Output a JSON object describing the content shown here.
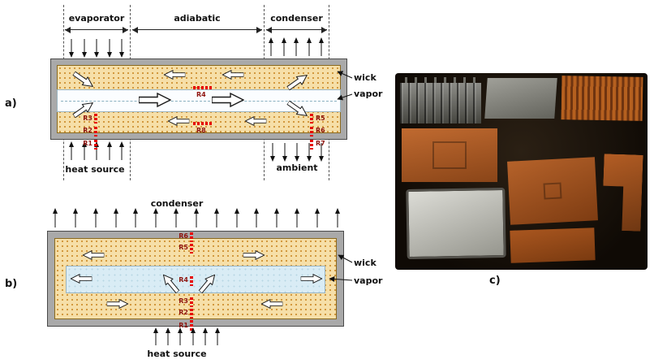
{
  "figure": {
    "panel_a_letter": "a)",
    "panel_b_letter": "b)",
    "panel_c_letter": "c)"
  },
  "panel_a": {
    "sections": [
      "evaporator",
      "adiabatic",
      "condenser"
    ],
    "wick_label": "wick",
    "vapor_label": "vapor",
    "heat_source_label": "heat source",
    "ambient_label": "ambient",
    "resistors_left": [
      "R3",
      "R2",
      "R1"
    ],
    "resistor_axial_top": "R4",
    "resistor_axial_bottom": "R8",
    "resistors_right": [
      "R5",
      "R6",
      "R7"
    ]
  },
  "panel_b": {
    "condenser_label": "condenser",
    "heat_source_label": "heat source",
    "wick_label": "wick",
    "vapor_label": "vapor",
    "resistors": [
      "R6",
      "R5",
      "R4",
      "R3",
      "R2",
      "R1"
    ]
  },
  "colors": {
    "resistor_red": "#e60000",
    "resistor_label_red": "#8f1510",
    "wick_fill": "#f6dfa8",
    "wick_dot": "#cf9335",
    "vapor_fill": "#d9ecf5",
    "wall_gray": "#a9a9a9",
    "copper": "#b5622a",
    "photo_background": "#0f0a05"
  }
}
